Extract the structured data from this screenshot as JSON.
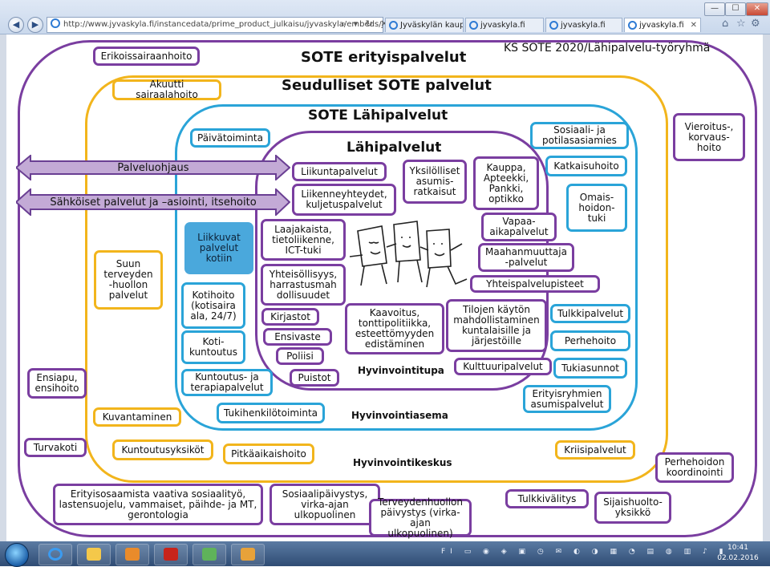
{
  "window": {
    "minimize": "—",
    "maximize": "☐",
    "close": "✕"
  },
  "browser": {
    "back": "◀",
    "forward": "▶",
    "address": "http://www.jyvaskyla.fi/instancedata/prime_product_julkaisu/jyvaskyla/embeds/jyvaskyl",
    "address_tools": "⌕ ▾ ↻ ✕",
    "tabs": [
      {
        "label": "Jyväskylän kaupu..."
      },
      {
        "label": "jyvaskyla.fi"
      },
      {
        "label": "jyvaskyla.fi"
      },
      {
        "label": "jyvaskyla.fi",
        "close": "✕"
      }
    ],
    "right_icons": {
      "home": "⌂",
      "favorites": "☆",
      "settings": "⚙"
    }
  },
  "diagram": {
    "header": "KS SOTE 2020/Lähipalvelu-työryhmä",
    "levels": {
      "erityis": "SOTE erityispalvelut",
      "seudulliset": "Seudulliset SOTE palvelut",
      "lahi_sote": "SOTE Lähipalvelut",
      "lahi": "Lähipalvelut"
    },
    "centers": {
      "hyvinvointitupa": "Hyvinvointitupa",
      "hyvinvointiasema": "Hyvinvointiasema",
      "hyvinvointikeskus": "Hyvinvointikeskus"
    },
    "arrows": {
      "palveluohjaus": "Palveluohjaus",
      "sahkoiset": "Sähköiset palvelut ja –asiointi,  itsehoito"
    },
    "boxes": {
      "erikoissairaanhoito": "Erikoissairaanhoito",
      "akuutti": "Akuutti sairaalahoito",
      "vieroitus": "Vieroitus-,\nkorvaus-\nhoito",
      "paivatoiminta": "Päivätoiminta",
      "sosiaali": "Sosiaali- ja\npotilasasiamies",
      "katkaisu": "Katkaisuhoito",
      "omais": "Omais-\nhoidon-\ntuki",
      "liikunta": "Liikuntapalvelut",
      "yksilolliset": "Yksilölliset\nasumis-\nratkaisut",
      "kauppa": "Kauppa,\nApteekki,\nPankki,\noptikko",
      "liikenne": "Liikenneyhteydet,\nkuljetuspalvelut",
      "laajakaista": "Laajakaista,\ntietoliikenne,\nICT-tuki",
      "vapaa": "Vapaa-\naikapalvelut",
      "maahanmuuttaja": "Maahanmuuttaja\n-palvelut",
      "liikkuvat": "Liikkuvat\npalvelut\nkotiin",
      "suun": "Suun\nterveyden\n-huollon\npalvelut",
      "yhteisollisyys": "Yhteisöllisyys,\nharrastusmah\ndollisuudet",
      "yhteispalvelu": "Yhteispalvelupisteet",
      "kotihoito": "Kotihoito\n(kotisaira\nala, 24/7)",
      "kirjastot": "Kirjastot",
      "kaavoitus": "Kaavoitus,\ntonttipolitiikka,\nesteettömyyden\nedistäminen",
      "tilojen": "Tilojen käytön\nmahdollistaminen\nkuntalaisille ja\njärjestöille",
      "tulkki": "Tulkkipalvelut",
      "ensivaste": "Ensivaste",
      "kotikuntoutus": "Koti-\nkuntoutus",
      "poliisi": "Poliisi",
      "perhehoito": "Perhehoito",
      "ensiapu": "Ensiapu,\nensihoito",
      "puistot": "Puistot",
      "kulttuuri": "Kulttuuripalvelut",
      "tukiasunnot": "Tukiasunnot",
      "kuntoutus_terapia": "Kuntoutus- ja\nterapiapalvelut",
      "erityisryhmien": "Erityisryhmien\nasumispalvelut",
      "kuvantaminen": "Kuvantaminen",
      "tukihenkilo": "Tukihenkilötoiminta",
      "turvakoti": "Turvakoti",
      "kuntoutusyksikot": "Kuntoutusyksiköt",
      "pitkaaika": "Pitkäaikaishoito",
      "kriisi": "Kriisipalvelut",
      "perhehoidon_koord": "Perhehoidon\nkoordinointi",
      "erityisosaamista": "Erityisosaamista vaativa sosiaalityö,\nlastensuojelu, vammaiset, päihde- ja MT,\ngerontologia",
      "sosiaalipaivystys": "Sosiaalipäivystys,\nvirka-ajan\nulkopuolinen",
      "terveydenhuollon": "Terveydenhuollon\npäivystys (virka-ajan\nulkopuolinen)",
      "tulkkivalitys": "Tulkkivälitys",
      "sijaishuolto": "Sijaishuolto-\nyksikkö"
    }
  },
  "taskbar": {
    "tray_text": "FI ▭ ◉ ◈ ▣ ◷ ✉ ◐ ◑ ▦ ◔ ▤ ◍ ▥ ♪ ▮",
    "time": "10:41",
    "date": "02.02.2016"
  }
}
